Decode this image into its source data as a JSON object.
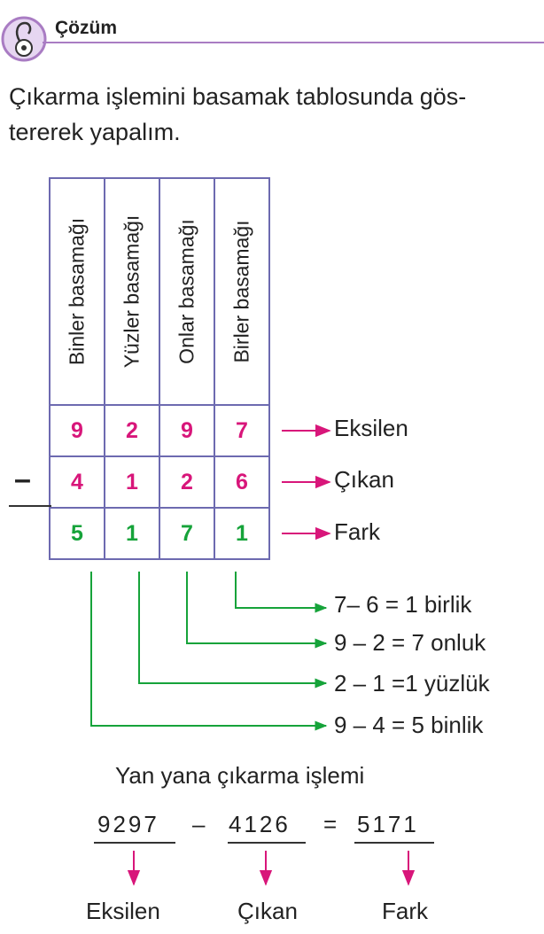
{
  "header": {
    "title": "Çözüm"
  },
  "intro_text": "Çıkarma işlemini basamak tablosunda gös-tererek yapalım.",
  "intro_lines": [
    "Çıkarma işlemini basamak tablosunda gös-",
    "tererek yapalım."
  ],
  "table": {
    "headers": [
      "Binler basamağı",
      "Yüzler basamağı",
      "Onlar basamağı",
      "Birler basamağı"
    ],
    "rows": [
      {
        "values": [
          "9",
          "2",
          "9",
          "7"
        ],
        "label": "Eksilen",
        "color": "#d8167a"
      },
      {
        "values": [
          "4",
          "1",
          "2",
          "6"
        ],
        "label": "Çıkan",
        "color": "#d8167a"
      },
      {
        "values": [
          "5",
          "1",
          "7",
          "1"
        ],
        "label": "Fark",
        "color": "#16a33a"
      }
    ],
    "operator": "–"
  },
  "steps": [
    "7– 6 = 1 birlik",
    "9 – 2 = 7 onluk",
    "2 – 1 =1 yüzlük",
    "9 – 4 = 5 binlik"
  ],
  "side_by_side": {
    "title": "Yan yana çıkarma işlemi",
    "minuend": "9297",
    "minus_sign": "–",
    "subtrahend": "4126",
    "equals_sign": "=",
    "difference": "5171",
    "labels": [
      "Eksilen",
      "Çıkan",
      "Fark"
    ]
  },
  "colors": {
    "accent": "#a97cc3",
    "pink": "#d8167a",
    "green": "#16a33a",
    "table_border": "#6d6ab0"
  },
  "icons": [
    "pencil-sharpener-icon"
  ]
}
